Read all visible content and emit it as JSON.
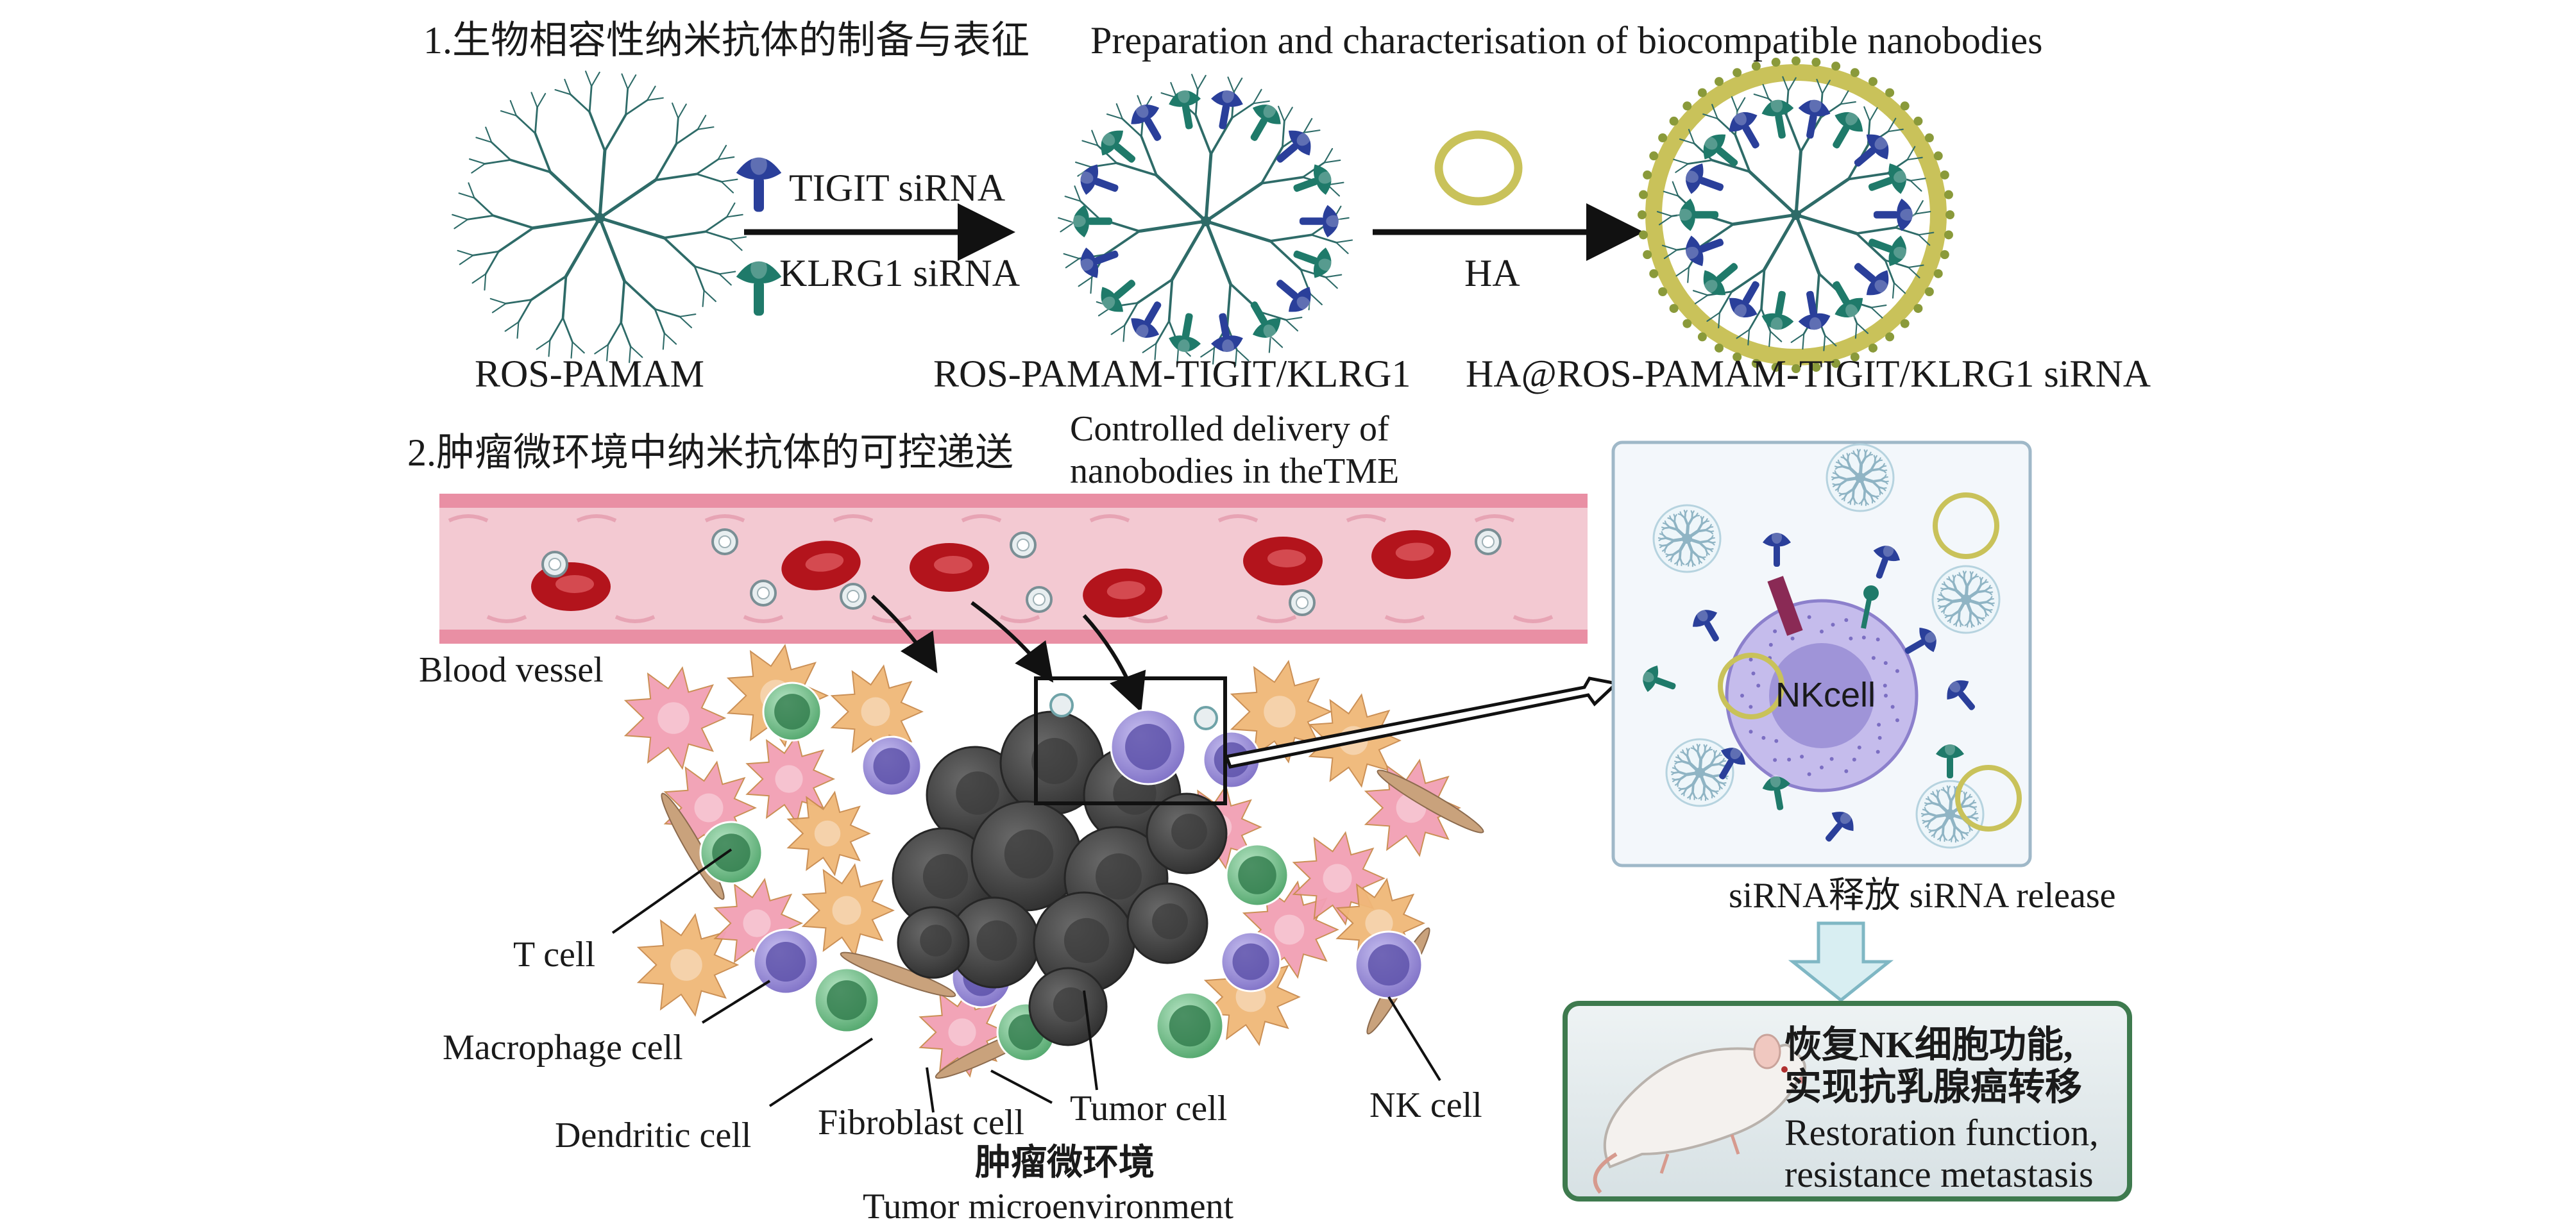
{
  "section1": {
    "title_cn": "1.生物相容性纳米抗体的制备与表征",
    "title_en": "Preparation and characterisation of biocompatible nanobodies",
    "ros_pamam_label": "ROS-PAMAM",
    "tigit_sirna_label": "TIGIT siRNA",
    "klrg1_sirna_label": "KLRG1 siRNA",
    "loaded_label": "ROS-PAMAM-TIGIT/KLRG1",
    "ha_label": "HA",
    "final_label": "HA@ROS-PAMAM-TIGIT/KLRG1 siRNA"
  },
  "section2": {
    "title_cn": "2.肿瘤微环境中纳米抗体的可控递送",
    "title_en_line1": "Controlled delivery of",
    "title_en_line2": "nanobodies in theTME",
    "blood_vessel_label": "Blood vessel",
    "cell_labels": {
      "t_cell": "T cell",
      "macrophage": "Macrophage cell",
      "dendritic": "Dendritic cell",
      "fibroblast": "Fibroblast cell",
      "tumor": "Tumor cell",
      "nk": "NK cell"
    },
    "tme_label_cn": "肿瘤微环境",
    "tme_label_en": "Tumor microenvironment",
    "nkcell_label": "NKcell",
    "release_label": "siRNA释放 siRNA release",
    "outcome_cn_line1": "恢复NK细胞功能,",
    "outcome_cn_line2": "实现抗乳腺癌转移",
    "outcome_en_line1": "Restoration function,",
    "outcome_en_line2": "resistance metastasis"
  },
  "colors": {
    "dendrimer": "#2e6b68",
    "tigit_sirna": "#2a3f9a",
    "klrg1_sirna": "#1f7a6a",
    "ha_ring": "#c9c25a",
    "vessel": "#f3c9d2",
    "rbc": "#b3141c",
    "tumor_cell": "#4a4a4a",
    "t_cell": "#7cc592",
    "nk_cell": "#9a8fd6",
    "macrophage": "#f0b878",
    "dendritic": "#f2a0b4",
    "panel_border": "#9fb8c8",
    "mouse_box_border": "#3e7a4e",
    "release_arrow": "#a7d7df"
  }
}
